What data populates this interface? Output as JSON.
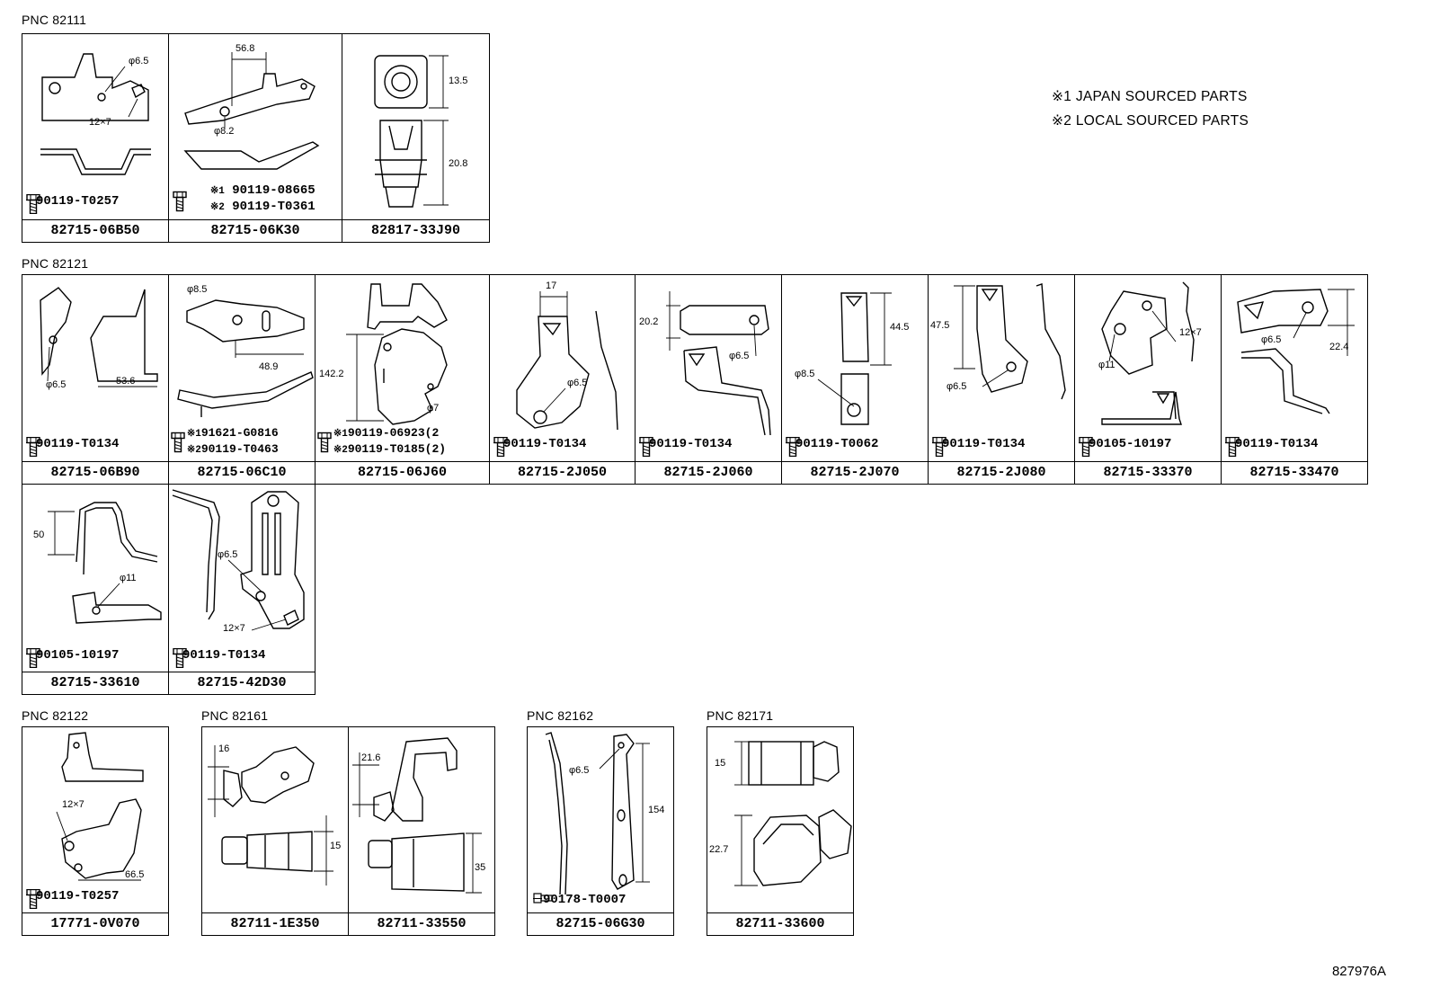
{
  "notes": [
    "※1 JAPAN SOURCED PARTS",
    "※2 LOCAL SOURCED PARTS"
  ],
  "figure_id": "827976A",
  "groups": [
    {
      "pnc": "PNC 82111",
      "parts": [
        {
          "number": "82715-06B50",
          "bolts": [
            {
              "part": "90119-T0257"
            }
          ],
          "dims": [
            "φ6.5",
            "12×7"
          ]
        },
        {
          "number": "82715-06K30",
          "bolts": [
            {
              "mark": "※1",
              "part": "90119-08665"
            },
            {
              "mark": "※2",
              "part": "90119-T0361"
            }
          ],
          "dims": [
            "56.8",
            "φ8.2"
          ]
        },
        {
          "number": "82817-33J90",
          "bolts": [],
          "dims": [
            "13.5",
            "20.8"
          ]
        }
      ]
    },
    {
      "pnc": "PNC 82121",
      "parts": [
        {
          "number": "82715-06B90",
          "bolts": [
            {
              "part": "90119-T0134"
            }
          ],
          "dims": [
            "φ6.5",
            "53.6"
          ]
        },
        {
          "number": "82715-06C10",
          "bolts": [
            {
              "mark": "※1",
              "part": "91621-G0816"
            },
            {
              "mark": "※2",
              "part": "90119-T0463"
            }
          ],
          "dims": [
            "φ8.5",
            "48.9"
          ]
        },
        {
          "number": "82715-06J60",
          "bolts": [
            {
              "mark": "※1",
              "part": "90119-06923(2"
            },
            {
              "mark": "※2",
              "part": "90119-T0185(2)"
            }
          ],
          "dims": [
            "142.2",
            "φ7"
          ]
        },
        {
          "number": "82715-2J050",
          "bolts": [
            {
              "part": "90119-T0134"
            }
          ],
          "dims": [
            "17",
            "φ6.5"
          ]
        },
        {
          "number": "82715-2J060",
          "bolts": [
            {
              "part": "90119-T0134"
            }
          ],
          "dims": [
            "20.2",
            "φ6.5"
          ]
        },
        {
          "number": "82715-2J070",
          "bolts": [
            {
              "part": "90119-T0062"
            }
          ],
          "dims": [
            "44.5",
            "φ8.5"
          ]
        },
        {
          "number": "82715-2J080",
          "bolts": [
            {
              "part": "90119-T0134"
            }
          ],
          "dims": [
            "47.5",
            "φ6.5"
          ]
        },
        {
          "number": "82715-33370",
          "bolts": [
            {
              "part": "90105-10197"
            }
          ],
          "dims": [
            "12×7",
            "φ11"
          ]
        },
        {
          "number": "82715-33470",
          "bolts": [
            {
              "part": "90119-T0134"
            }
          ],
          "dims": [
            "φ6.5",
            "22.4"
          ]
        },
        {
          "number": "82715-33610",
          "bolts": [
            {
              "part": "90105-10197"
            }
          ],
          "dims": [
            "50",
            "φ11"
          ]
        },
        {
          "number": "82715-42D30",
          "bolts": [
            {
              "part": "90119-T0134"
            }
          ],
          "dims": [
            "φ6.5",
            "12×7"
          ]
        }
      ]
    },
    {
      "pnc": "PNC 82122",
      "parts": [
        {
          "number": "17771-0V070",
          "bolts": [
            {
              "part": "90119-T0257"
            }
          ],
          "dims": [
            "12×7",
            "66.5"
          ]
        }
      ]
    },
    {
      "pnc": "PNC 82161",
      "parts": [
        {
          "number": "82711-1E350",
          "bolts": [],
          "dims": [
            "16",
            "15"
          ]
        },
        {
          "number": "82711-33550",
          "bolts": [],
          "dims": [
            "21.6",
            "35"
          ]
        }
      ]
    },
    {
      "pnc": "PNC 82162",
      "parts": [
        {
          "number": "82715-06G30",
          "bolts": [
            {
              "part": "90178-T0007"
            }
          ],
          "dims": [
            "φ6.5",
            "154"
          ]
        }
      ]
    },
    {
      "pnc": "PNC 82171",
      "parts": [
        {
          "number": "82711-33600",
          "bolts": [],
          "dims": [
            "15",
            "22.7"
          ]
        }
      ]
    }
  ]
}
